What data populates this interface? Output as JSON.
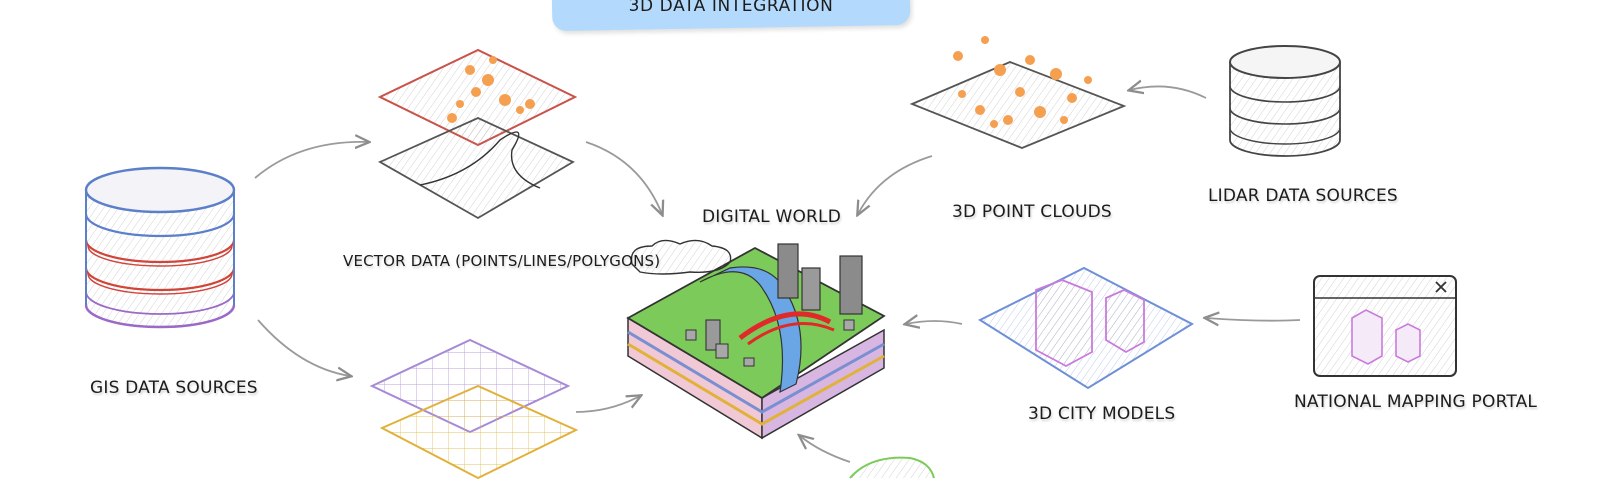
{
  "title": "3D Data Integration",
  "labels": {
    "gis": "GIS Data Sources",
    "vector": "Vector Data (Points/Lines/Polygons)",
    "digital_world": "Digital World",
    "point_clouds": "3D Point Clouds",
    "lidar": "LiDAR Data Sources",
    "city_models": "3D City Models",
    "portal": "National Mapping Portal"
  },
  "colors": {
    "title_bg": "#b3dafc",
    "gis_blue": "#5b7fc9",
    "gis_red": "#d0453a",
    "gis_purple": "#9a6ac6",
    "vector_red": "#c9524a",
    "points_orange": "#f5a050",
    "grid_purple": "#a78ad6",
    "grid_yellow": "#e1b23a",
    "terrain_green": "#7ccb5a",
    "river_blue": "#6aa6e6",
    "bridge_red": "#e02a2a",
    "city_blue": "#6f8fd6",
    "city_pink": "#c97bdc"
  }
}
